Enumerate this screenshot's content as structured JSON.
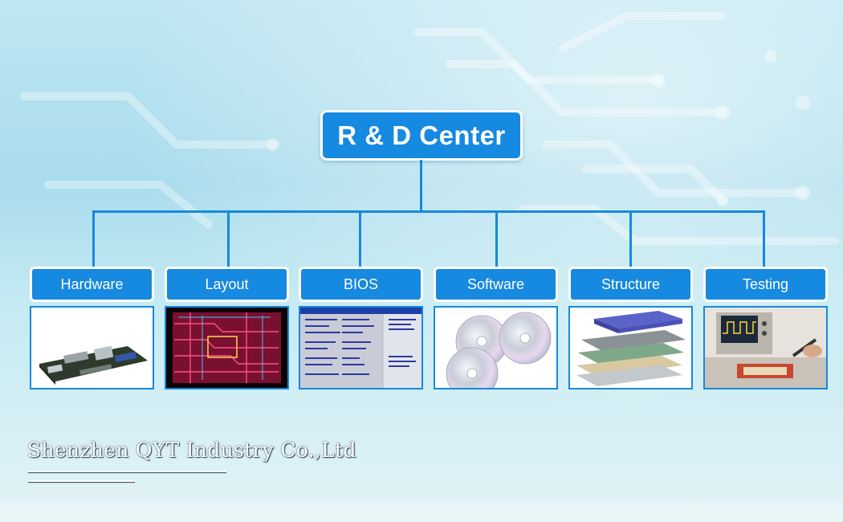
{
  "diagram": {
    "root": {
      "label": "R & D Center"
    },
    "children": [
      {
        "label": "Hardware",
        "image_icon": "motherboard-icon"
      },
      {
        "label": "Layout",
        "image_icon": "pcb-layout-icon"
      },
      {
        "label": "BIOS",
        "image_icon": "bios-screen-icon"
      },
      {
        "label": "Software",
        "image_icon": "cd-disc-icon"
      },
      {
        "label": "Structure",
        "image_icon": "enclosure-layers-icon"
      },
      {
        "label": "Testing",
        "image_icon": "oscilloscope-icon"
      }
    ]
  },
  "footer": {
    "company": "Shenzhen QYT Industry Co.,Ltd"
  },
  "colors": {
    "accent": "#1689e0",
    "text_light": "#ffffff"
  }
}
